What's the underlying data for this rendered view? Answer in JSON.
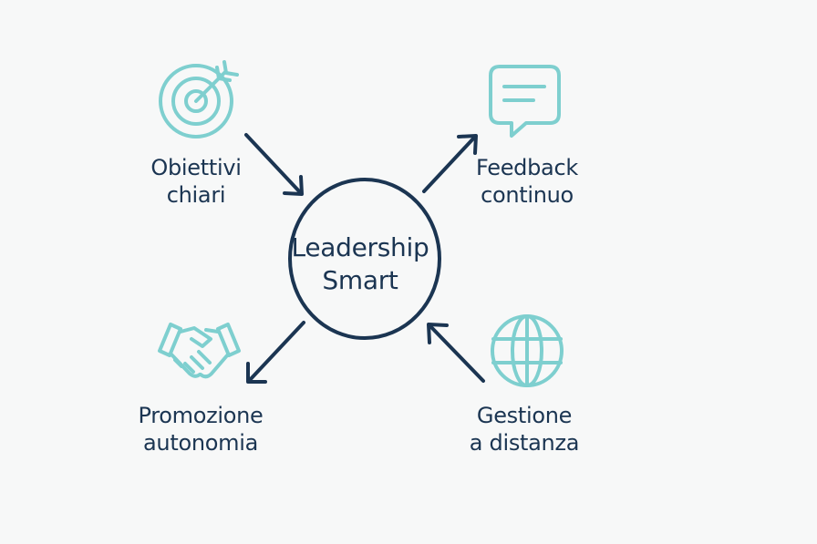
{
  "center": {
    "line1": "Leadership",
    "line2": "Smart"
  },
  "nodes": {
    "goals": {
      "line1": "Obiettivi",
      "line2": "chiari",
      "icon": "target-icon"
    },
    "feedback": {
      "line1": "Feedback",
      "line2": "continuo",
      "icon": "chat-bubble-icon"
    },
    "autonomy": {
      "line1": "Promozione",
      "line2": "autonomia",
      "icon": "handshake-icon"
    },
    "remote": {
      "line1": "Gestione",
      "line2": "a distanza",
      "icon": "globe-icon"
    }
  },
  "colors": {
    "background": "#f7f8f8",
    "dark": "#1b3552",
    "accent": "#7ecfcf"
  }
}
